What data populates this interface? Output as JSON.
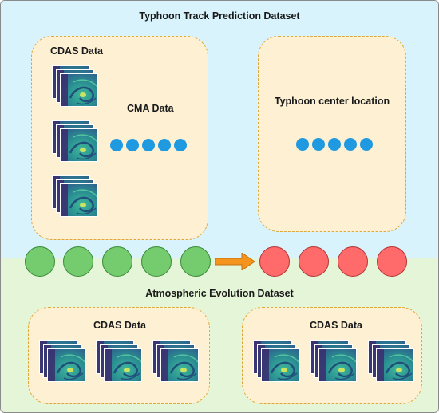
{
  "top_section": {
    "title": "Typhoon Track Prediction Dataset",
    "left_box": {
      "label": "CDAS Data",
      "middle_label": "CMA Data",
      "image_stacks": 3,
      "dots": 5
    },
    "right_box": {
      "label": "Typhoon center location",
      "dots": 5
    }
  },
  "timeline": {
    "past_nodes": 5,
    "future_nodes": 4,
    "colors": {
      "past": "#74cc6e",
      "future": "#ff6b6b",
      "arrow": "#f5941d"
    }
  },
  "bottom_section": {
    "title": "Atmospheric Evolution Dataset",
    "left_box": {
      "label": "CDAS Data",
      "image_stacks": 3
    },
    "right_box": {
      "label": "CDAS Data",
      "image_stacks": 3
    }
  },
  "colors": {
    "top_background": "#d8f3fb",
    "bottom_background": "#e5f5d8",
    "box_fill": "#fdf0d3",
    "box_border": "#e0a83a",
    "dot": "#1f9ae0"
  }
}
